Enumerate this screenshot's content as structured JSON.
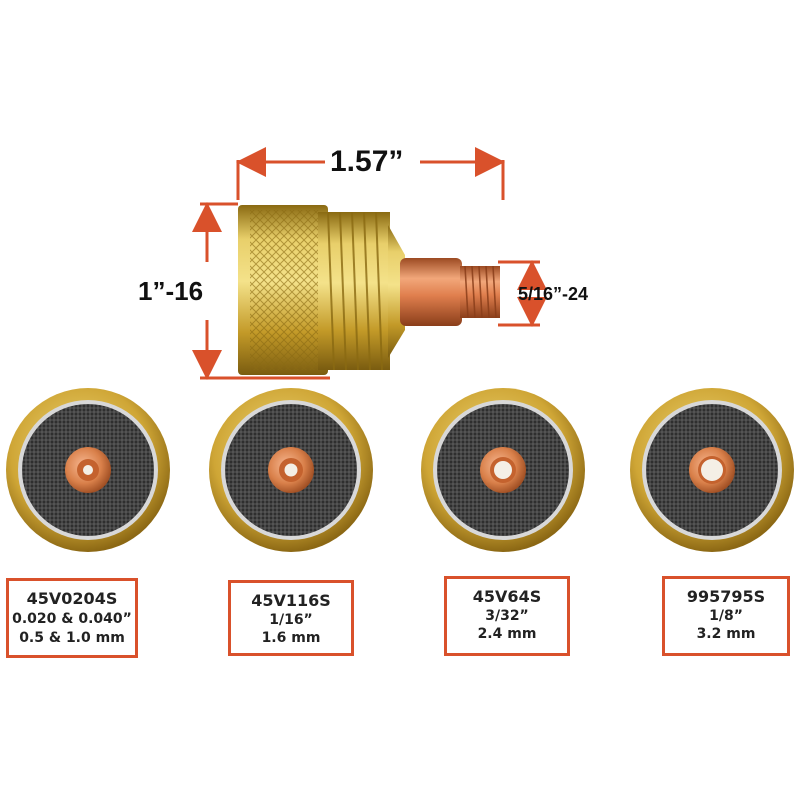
{
  "dimensions": {
    "length": "1.57”",
    "body_thread": "1”-16",
    "stud_thread": "5/16”-24"
  },
  "colors": {
    "accent": "#d9512b",
    "brass": "#c9a52a",
    "copper": "#d9804a",
    "mesh": "#3a3a3a"
  },
  "parts": [
    {
      "part_number": "45V0204S",
      "size_in": "0.020 & 0.040”",
      "size_mm": "0.5 & 1.0 mm",
      "bore": 0.22
    },
    {
      "part_number": "45V116S",
      "size_in": "1/16”",
      "size_mm": "1.6 mm",
      "bore": 0.28
    },
    {
      "part_number": "45V64S",
      "size_in": "3/32”",
      "size_mm": "2.4 mm",
      "bore": 0.4
    },
    {
      "part_number": "995795S",
      "size_in": "1/8”",
      "size_mm": "3.2 mm",
      "bore": 0.52
    }
  ]
}
